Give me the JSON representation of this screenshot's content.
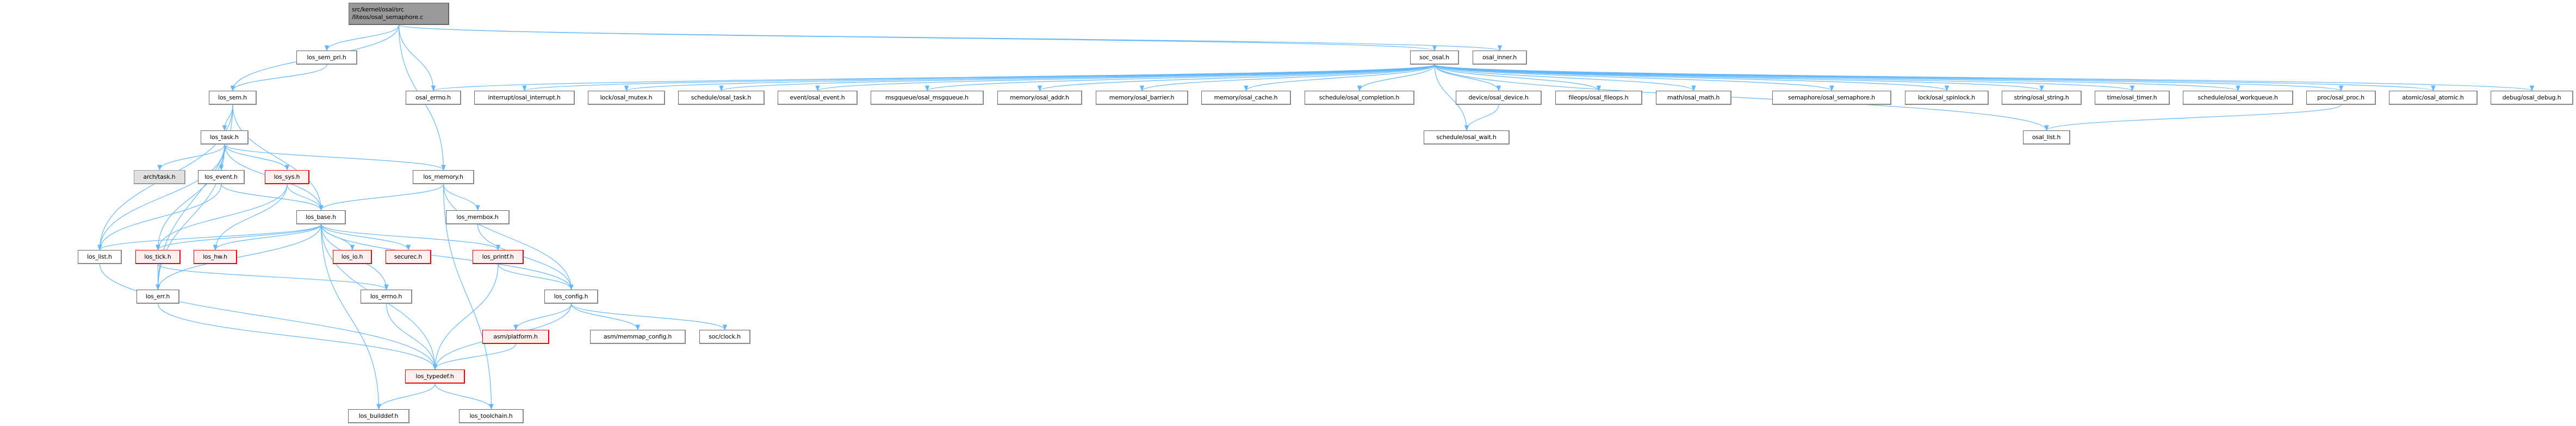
{
  "graph": {
    "edge_color": "#63b8ff",
    "nodes": [
      {
        "id": "root",
        "label": "src/kernel/osal/src\n/liteos/osal_semaphore.c",
        "style": "root"
      },
      {
        "id": "los_sem_pri",
        "label": "los_sem_pri.h",
        "style": "normal"
      },
      {
        "id": "los_sem",
        "label": "los_sem.h",
        "style": "normal"
      },
      {
        "id": "osal_errno",
        "label": "osal_errno.h",
        "style": "normal"
      },
      {
        "id": "osal_interrupt",
        "label": "interrupt/osal_interrupt.h",
        "style": "normal"
      },
      {
        "id": "osal_mutex",
        "label": "lock/osal_mutex.h",
        "style": "normal"
      },
      {
        "id": "osal_task",
        "label": "schedule/osal_task.h",
        "style": "normal"
      },
      {
        "id": "osal_event",
        "label": "event/osal_event.h",
        "style": "normal"
      },
      {
        "id": "osal_msgqueue",
        "label": "msgqueue/osal_msgqueue.h",
        "style": "normal"
      },
      {
        "id": "osal_addr",
        "label": "memory/osal_addr.h",
        "style": "normal"
      },
      {
        "id": "osal_barrier",
        "label": "memory/osal_barrier.h",
        "style": "normal"
      },
      {
        "id": "osal_cache",
        "label": "memory/osal_cache.h",
        "style": "normal"
      },
      {
        "id": "osal_completion",
        "label": "schedule/osal_completion.h",
        "style": "normal"
      },
      {
        "id": "osal_device",
        "label": "device/osal_device.h",
        "style": "normal"
      },
      {
        "id": "osal_fileops",
        "label": "fileops/osal_fileops.h",
        "style": "normal"
      },
      {
        "id": "osal_math",
        "label": "math/osal_math.h",
        "style": "normal"
      },
      {
        "id": "osal_semaphore",
        "label": "semaphore/osal_semaphore.h",
        "style": "normal"
      },
      {
        "id": "osal_spinlock",
        "label": "lock/osal_spinlock.h",
        "style": "normal"
      },
      {
        "id": "osal_string",
        "label": "string/osal_string.h",
        "style": "normal"
      },
      {
        "id": "osal_timer",
        "label": "time/osal_timer.h",
        "style": "normal"
      },
      {
        "id": "osal_workqueue",
        "label": "schedule/osal_workqueue.h",
        "style": "normal"
      },
      {
        "id": "osal_proc",
        "label": "proc/osal_proc.h",
        "style": "normal"
      },
      {
        "id": "osal_atomic",
        "label": "atomic/osal_atomic.h",
        "style": "normal"
      },
      {
        "id": "osal_debug",
        "label": "debug/osal_debug.h",
        "style": "normal"
      },
      {
        "id": "soc_osal",
        "label": "soc_osal.h",
        "style": "normal"
      },
      {
        "id": "osal_inner",
        "label": "osal_inner.h",
        "style": "normal"
      },
      {
        "id": "osal_wait",
        "label": "schedule/osal_wait.h",
        "style": "normal"
      },
      {
        "id": "osal_list",
        "label": "osal_list.h",
        "style": "normal"
      },
      {
        "id": "los_task",
        "label": "los_task.h",
        "style": "normal"
      },
      {
        "id": "arch_task",
        "label": "arch/task.h",
        "style": "gray"
      },
      {
        "id": "los_event",
        "label": "los_event.h",
        "style": "normal"
      },
      {
        "id": "los_sys",
        "label": "los_sys.h",
        "style": "red"
      },
      {
        "id": "los_memory",
        "label": "los_memory.h",
        "style": "normal"
      },
      {
        "id": "los_base",
        "label": "los_base.h",
        "style": "normal"
      },
      {
        "id": "los_membox",
        "label": "los_membox.h",
        "style": "normal"
      },
      {
        "id": "los_list",
        "label": "los_list.h",
        "style": "normal"
      },
      {
        "id": "los_tick",
        "label": "los_tick.h",
        "style": "red"
      },
      {
        "id": "los_hw",
        "label": "los_hw.h",
        "style": "red"
      },
      {
        "id": "los_io",
        "label": "los_io.h",
        "style": "red"
      },
      {
        "id": "securec",
        "label": "securec.h",
        "style": "red"
      },
      {
        "id": "los_printf",
        "label": "los_printf.h",
        "style": "red"
      },
      {
        "id": "los_err",
        "label": "los_err.h",
        "style": "normal"
      },
      {
        "id": "los_errno",
        "label": "los_errno.h",
        "style": "normal"
      },
      {
        "id": "los_config",
        "label": "los_config.h",
        "style": "normal"
      },
      {
        "id": "asm_platform",
        "label": "asm/platform.h",
        "style": "red"
      },
      {
        "id": "asm_memmap",
        "label": "asm/memmap_config.h",
        "style": "normal"
      },
      {
        "id": "soc_clock",
        "label": "soc/clock.h",
        "style": "normal"
      },
      {
        "id": "los_typedef",
        "label": "los_typedef.h",
        "style": "red"
      },
      {
        "id": "los_builddef",
        "label": "los_builddef.h",
        "style": "normal"
      },
      {
        "id": "los_toolchain",
        "label": "los_toolchain.h",
        "style": "normal"
      }
    ],
    "edges": [
      [
        "root",
        "los_sem"
      ],
      [
        "root",
        "los_sem_pri"
      ],
      [
        "root",
        "osal_errno"
      ],
      [
        "root",
        "los_memory"
      ],
      [
        "root",
        "soc_osal"
      ],
      [
        "root",
        "osal_inner"
      ],
      [
        "los_sem_pri",
        "los_sem"
      ],
      [
        "los_sem",
        "los_task"
      ],
      [
        "los_sem",
        "los_base"
      ],
      [
        "los_sem",
        "los_list"
      ],
      [
        "los_sem",
        "los_err"
      ],
      [
        "los_task",
        "arch_task"
      ],
      [
        "los_task",
        "los_event"
      ],
      [
        "los_task",
        "los_sys"
      ],
      [
        "los_task",
        "los_memory"
      ],
      [
        "los_task",
        "los_base"
      ],
      [
        "los_task",
        "los_list"
      ],
      [
        "los_task",
        "los_tick"
      ],
      [
        "los_task",
        "los_err"
      ],
      [
        "los_event",
        "los_base"
      ],
      [
        "los_event",
        "los_list"
      ],
      [
        "los_sys",
        "los_base"
      ],
      [
        "los_sys",
        "los_tick"
      ],
      [
        "los_sys",
        "los_hw"
      ],
      [
        "los_memory",
        "los_base"
      ],
      [
        "los_memory",
        "los_membox"
      ],
      [
        "los_memory",
        "los_config"
      ],
      [
        "los_memory",
        "los_toolchain"
      ],
      [
        "los_membox",
        "los_config"
      ],
      [
        "los_base",
        "los_list"
      ],
      [
        "los_base",
        "los_tick"
      ],
      [
        "los_base",
        "los_hw"
      ],
      [
        "los_base",
        "los_io"
      ],
      [
        "los_base",
        "securec"
      ],
      [
        "los_base",
        "los_printf"
      ],
      [
        "los_base",
        "los_err"
      ],
      [
        "los_base",
        "los_errno"
      ],
      [
        "los_base",
        "los_typedef"
      ],
      [
        "los_base",
        "los_builddef"
      ],
      [
        "los_base",
        "los_config"
      ],
      [
        "los_list",
        "los_typedef"
      ],
      [
        "los_tick",
        "los_err"
      ],
      [
        "los_tick",
        "los_errno"
      ],
      [
        "los_err",
        "los_typedef"
      ],
      [
        "los_errno",
        "los_typedef"
      ],
      [
        "los_printf",
        "los_config"
      ],
      [
        "los_printf",
        "los_typedef"
      ],
      [
        "los_config",
        "asm_platform"
      ],
      [
        "los_config",
        "asm_memmap"
      ],
      [
        "los_config",
        "soc_clock"
      ],
      [
        "los_config",
        "los_typedef"
      ],
      [
        "asm_platform",
        "los_typedef"
      ],
      [
        "los_typedef",
        "los_builddef"
      ],
      [
        "los_typedef",
        "los_toolchain"
      ],
      [
        "soc_osal",
        "osal_errno"
      ],
      [
        "soc_osal",
        "osal_interrupt"
      ],
      [
        "soc_osal",
        "osal_mutex"
      ],
      [
        "soc_osal",
        "osal_task"
      ],
      [
        "soc_osal",
        "osal_event"
      ],
      [
        "soc_osal",
        "osal_msgqueue"
      ],
      [
        "soc_osal",
        "osal_addr"
      ],
      [
        "soc_osal",
        "osal_barrier"
      ],
      [
        "soc_osal",
        "osal_cache"
      ],
      [
        "soc_osal",
        "osal_completion"
      ],
      [
        "soc_osal",
        "osal_device"
      ],
      [
        "soc_osal",
        "osal_fileops"
      ],
      [
        "soc_osal",
        "osal_math"
      ],
      [
        "soc_osal",
        "osal_semaphore"
      ],
      [
        "soc_osal",
        "osal_spinlock"
      ],
      [
        "soc_osal",
        "osal_string"
      ],
      [
        "soc_osal",
        "osal_timer"
      ],
      [
        "soc_osal",
        "osal_workqueue"
      ],
      [
        "soc_osal",
        "osal_proc"
      ],
      [
        "soc_osal",
        "osal_atomic"
      ],
      [
        "soc_osal",
        "osal_debug"
      ],
      [
        "soc_osal",
        "osal_wait"
      ],
      [
        "soc_osal",
        "osal_list"
      ],
      [
        "osal_device",
        "osal_wait"
      ],
      [
        "osal_proc",
        "osal_list"
      ]
    ]
  }
}
